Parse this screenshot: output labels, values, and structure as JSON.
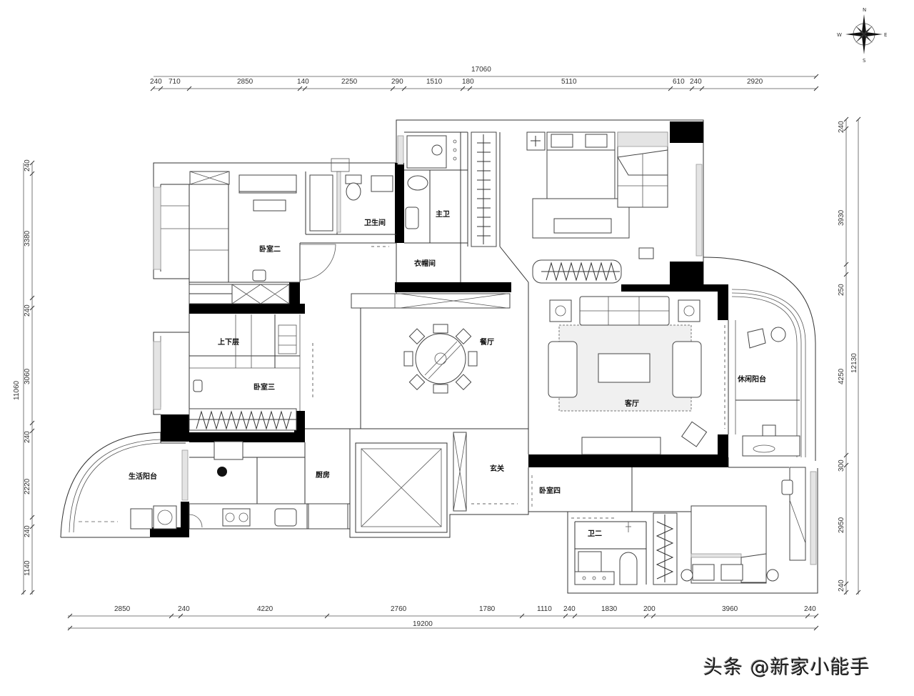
{
  "plan": {
    "top_total": "17060",
    "bottom_total": "19200",
    "left_total": "11060",
    "right_total": "12130",
    "top_dims": [
      "240",
      "710",
      "2850",
      "140",
      "2250",
      "290",
      "1510",
      "180",
      "5110",
      "610",
      "240",
      "2920"
    ],
    "bottom_dims": [
      "2850",
      "240",
      "4220",
      "2760",
      "1780",
      "1110",
      "240",
      "1830",
      "200",
      "3960",
      "240"
    ],
    "left_dims": [
      "240",
      "3380",
      "240",
      "3060",
      "240",
      "2220",
      "240",
      "1140"
    ],
    "right_dims": [
      "240",
      "3930",
      "250",
      "4250",
      "300",
      "2950",
      "240"
    ]
  },
  "rooms": {
    "bedroom_2": "卧室二",
    "bathroom": "卫生间",
    "master_bath": "主卫",
    "walkin": "衣帽间",
    "upper_lower": "上下层",
    "bedroom_3": "卧室三",
    "dining": "餐厅",
    "living": "客厅",
    "leisure_balcony": "休闲阳台",
    "utility_balcony": "生活阳台",
    "kitchen": "厨房",
    "entry": "玄关",
    "bedroom_4": "卧室四",
    "bath_2": "卫二"
  },
  "compass": {
    "n": "N",
    "s": "S",
    "e": "E",
    "w": "W"
  },
  "watermark": "头条 @新家小能手"
}
